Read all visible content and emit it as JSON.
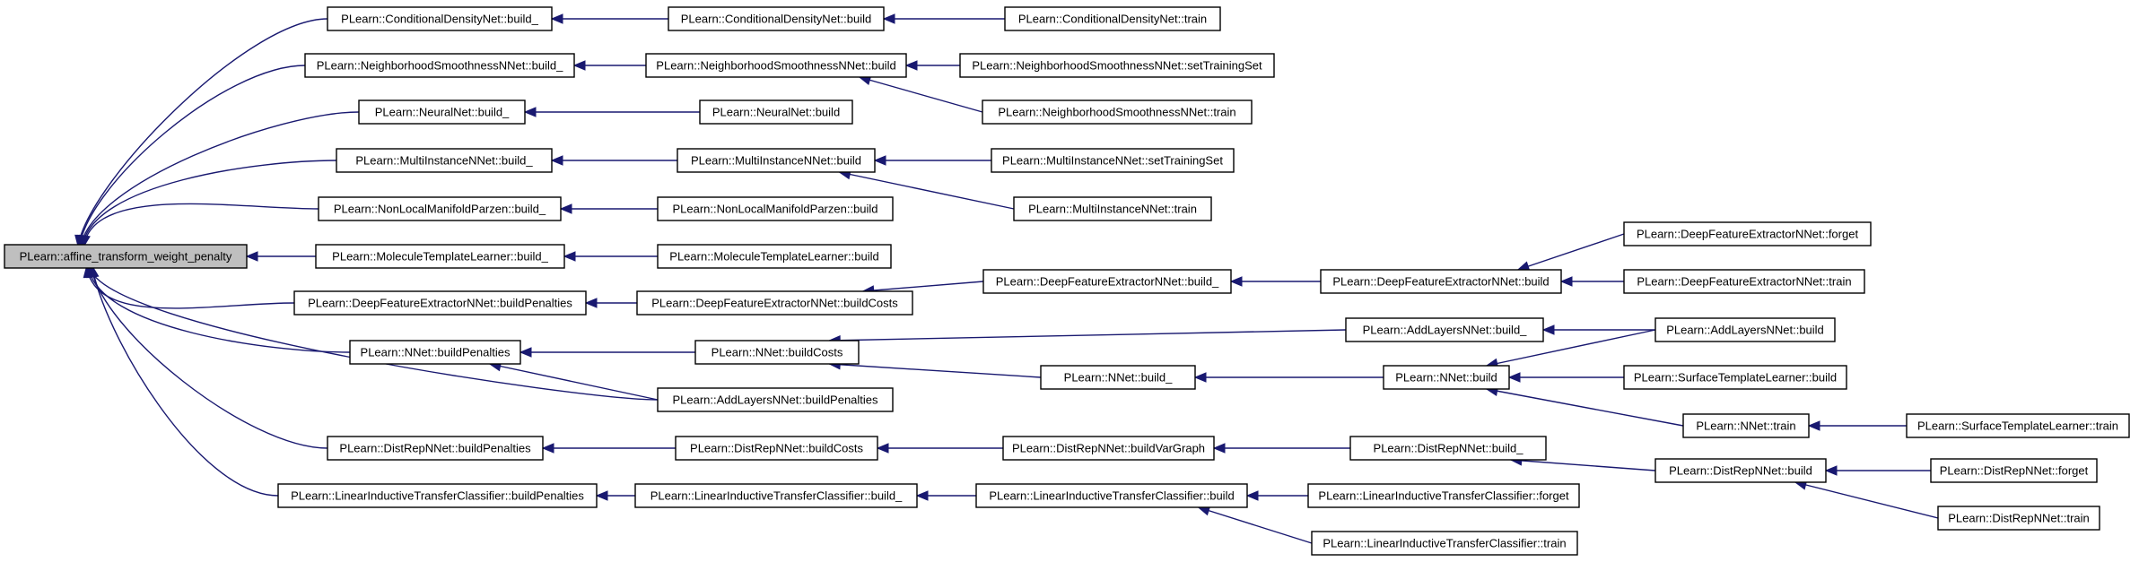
{
  "diagram": {
    "type": "call-graph",
    "edge_color": "#191970",
    "root_fill": "#bfbfbf",
    "node_fill": "#ffffff",
    "nodes": [
      {
        "id": "root",
        "label": "PLearn::affine_transform_weight_penalty"
      },
      {
        "id": "cdn_build_",
        "label": "PLearn::ConditionalDensityNet::build_"
      },
      {
        "id": "cdn_build",
        "label": "PLearn::ConditionalDensityNet::build"
      },
      {
        "id": "cdn_train",
        "label": "PLearn::ConditionalDensityNet::train"
      },
      {
        "id": "nsn_build_",
        "label": "PLearn::NeighborhoodSmoothnessNNet::build_"
      },
      {
        "id": "nsn_build",
        "label": "PLearn::NeighborhoodSmoothnessNNet::build"
      },
      {
        "id": "nsn_setts",
        "label": "PLearn::NeighborhoodSmoothnessNNet::setTrainingSet"
      },
      {
        "id": "nsn_train",
        "label": "PLearn::NeighborhoodSmoothnessNNet::train"
      },
      {
        "id": "nn_build_",
        "label": "PLearn::NeuralNet::build_"
      },
      {
        "id": "nn_build",
        "label": "PLearn::NeuralNet::build"
      },
      {
        "id": "min_build_",
        "label": "PLearn::MultiInstanceNNet::build_"
      },
      {
        "id": "min_build",
        "label": "PLearn::MultiInstanceNNet::build"
      },
      {
        "id": "min_setts",
        "label": "PLearn::MultiInstanceNNet::setTrainingSet"
      },
      {
        "id": "min_train",
        "label": "PLearn::MultiInstanceNNet::train"
      },
      {
        "id": "nlmp_build_",
        "label": "PLearn::NonLocalManifoldParzen::build_"
      },
      {
        "id": "nlmp_build",
        "label": "PLearn::NonLocalManifoldParzen::build"
      },
      {
        "id": "mtl_build_",
        "label": "PLearn::MoleculeTemplateLearner::build_"
      },
      {
        "id": "mtl_build",
        "label": "PLearn::MoleculeTemplateLearner::build"
      },
      {
        "id": "dfe_bp",
        "label": "PLearn::DeepFeatureExtractorNNet::buildPenalties"
      },
      {
        "id": "dfe_bc",
        "label": "PLearn::DeepFeatureExtractorNNet::buildCosts"
      },
      {
        "id": "dfe_build_",
        "label": "PLearn::DeepFeatureExtractorNNet::build_"
      },
      {
        "id": "dfe_build",
        "label": "PLearn::DeepFeatureExtractorNNet::build"
      },
      {
        "id": "dfe_forget",
        "label": "PLearn::DeepFeatureExtractorNNet::forget"
      },
      {
        "id": "dfe_train",
        "label": "PLearn::DeepFeatureExtractorNNet::train"
      },
      {
        "id": "nnet_bp",
        "label": "PLearn::NNet::buildPenalties"
      },
      {
        "id": "nnet_bc",
        "label": "PLearn::NNet::buildCosts"
      },
      {
        "id": "al_build_",
        "label": "PLearn::AddLayersNNet::build_"
      },
      {
        "id": "al_build",
        "label": "PLearn::AddLayersNNet::build"
      },
      {
        "id": "nnet_build_",
        "label": "PLearn::NNet::build_"
      },
      {
        "id": "nnet_build",
        "label": "PLearn::NNet::build"
      },
      {
        "id": "stl_build",
        "label": "PLearn::SurfaceTemplateLearner::build"
      },
      {
        "id": "nnet_train",
        "label": "PLearn::NNet::train"
      },
      {
        "id": "stl_train",
        "label": "PLearn::SurfaceTemplateLearner::train"
      },
      {
        "id": "al_bp",
        "label": "PLearn::AddLayersNNet::buildPenalties"
      },
      {
        "id": "dr_bp",
        "label": "PLearn::DistRepNNet::buildPenalties"
      },
      {
        "id": "dr_bc",
        "label": "PLearn::DistRepNNet::buildCosts"
      },
      {
        "id": "dr_bvg",
        "label": "PLearn::DistRepNNet::buildVarGraph"
      },
      {
        "id": "dr_build_",
        "label": "PLearn::DistRepNNet::build_"
      },
      {
        "id": "dr_build",
        "label": "PLearn::DistRepNNet::build"
      },
      {
        "id": "dr_forget",
        "label": "PLearn::DistRepNNet::forget"
      },
      {
        "id": "dr_train",
        "label": "PLearn::DistRepNNet::train"
      },
      {
        "id": "litc_bp",
        "label": "PLearn::LinearInductiveTransferClassifier::buildPenalties"
      },
      {
        "id": "litc_build_",
        "label": "PLearn::LinearInductiveTransferClassifier::build_"
      },
      {
        "id": "litc_build",
        "label": "PLearn::LinearInductiveTransferClassifier::build"
      },
      {
        "id": "litc_forget",
        "label": "PLearn::LinearInductiveTransferClassifier::forget"
      },
      {
        "id": "litc_train",
        "label": "PLearn::LinearInductiveTransferClassifier::train"
      }
    ],
    "edges": [
      {
        "from": "cdn_build_",
        "to": "root"
      },
      {
        "from": "nsn_build_",
        "to": "root"
      },
      {
        "from": "nn_build_",
        "to": "root"
      },
      {
        "from": "min_build_",
        "to": "root"
      },
      {
        "from": "nlmp_build_",
        "to": "root"
      },
      {
        "from": "mtl_build_",
        "to": "root"
      },
      {
        "from": "dfe_bp",
        "to": "root"
      },
      {
        "from": "nnet_bp",
        "to": "root"
      },
      {
        "from": "al_bp",
        "to": "root"
      },
      {
        "from": "dr_bp",
        "to": "root"
      },
      {
        "from": "litc_bp",
        "to": "root"
      },
      {
        "from": "cdn_build",
        "to": "cdn_build_"
      },
      {
        "from": "cdn_train",
        "to": "cdn_build"
      },
      {
        "from": "nsn_build",
        "to": "nsn_build_"
      },
      {
        "from": "nsn_setts",
        "to": "nsn_build"
      },
      {
        "from": "nsn_train",
        "to": "nsn_build"
      },
      {
        "from": "nn_build",
        "to": "nn_build_"
      },
      {
        "from": "min_build",
        "to": "min_build_"
      },
      {
        "from": "min_setts",
        "to": "min_build"
      },
      {
        "from": "min_train",
        "to": "min_build"
      },
      {
        "from": "nlmp_build",
        "to": "nlmp_build_"
      },
      {
        "from": "mtl_build",
        "to": "mtl_build_"
      },
      {
        "from": "dfe_bc",
        "to": "dfe_bp"
      },
      {
        "from": "dfe_build_",
        "to": "dfe_bc"
      },
      {
        "from": "dfe_build",
        "to": "dfe_build_"
      },
      {
        "from": "dfe_forget",
        "to": "dfe_build"
      },
      {
        "from": "dfe_train",
        "to": "dfe_build"
      },
      {
        "from": "nnet_bc",
        "to": "nnet_bp"
      },
      {
        "from": "al_bp",
        "to": "nnet_bp"
      },
      {
        "from": "al_build_",
        "to": "nnet_bc"
      },
      {
        "from": "nnet_build_",
        "to": "nnet_bc"
      },
      {
        "from": "al_build",
        "to": "al_build_"
      },
      {
        "from": "nnet_build",
        "to": "nnet_build_"
      },
      {
        "from": "al_build",
        "to": "nnet_build"
      },
      {
        "from": "stl_build",
        "to": "nnet_build"
      },
      {
        "from": "nnet_train",
        "to": "nnet_build"
      },
      {
        "from": "stl_train",
        "to": "nnet_train"
      },
      {
        "from": "dr_bc",
        "to": "dr_bp"
      },
      {
        "from": "dr_bvg",
        "to": "dr_bc"
      },
      {
        "from": "dr_build_",
        "to": "dr_bvg"
      },
      {
        "from": "dr_build",
        "to": "dr_build_"
      },
      {
        "from": "dr_forget",
        "to": "dr_build"
      },
      {
        "from": "dr_train",
        "to": "dr_build"
      },
      {
        "from": "litc_build_",
        "to": "litc_bp"
      },
      {
        "from": "litc_build",
        "to": "litc_build_"
      },
      {
        "from": "litc_forget",
        "to": "litc_build"
      },
      {
        "from": "litc_train",
        "to": "litc_build"
      }
    ]
  }
}
